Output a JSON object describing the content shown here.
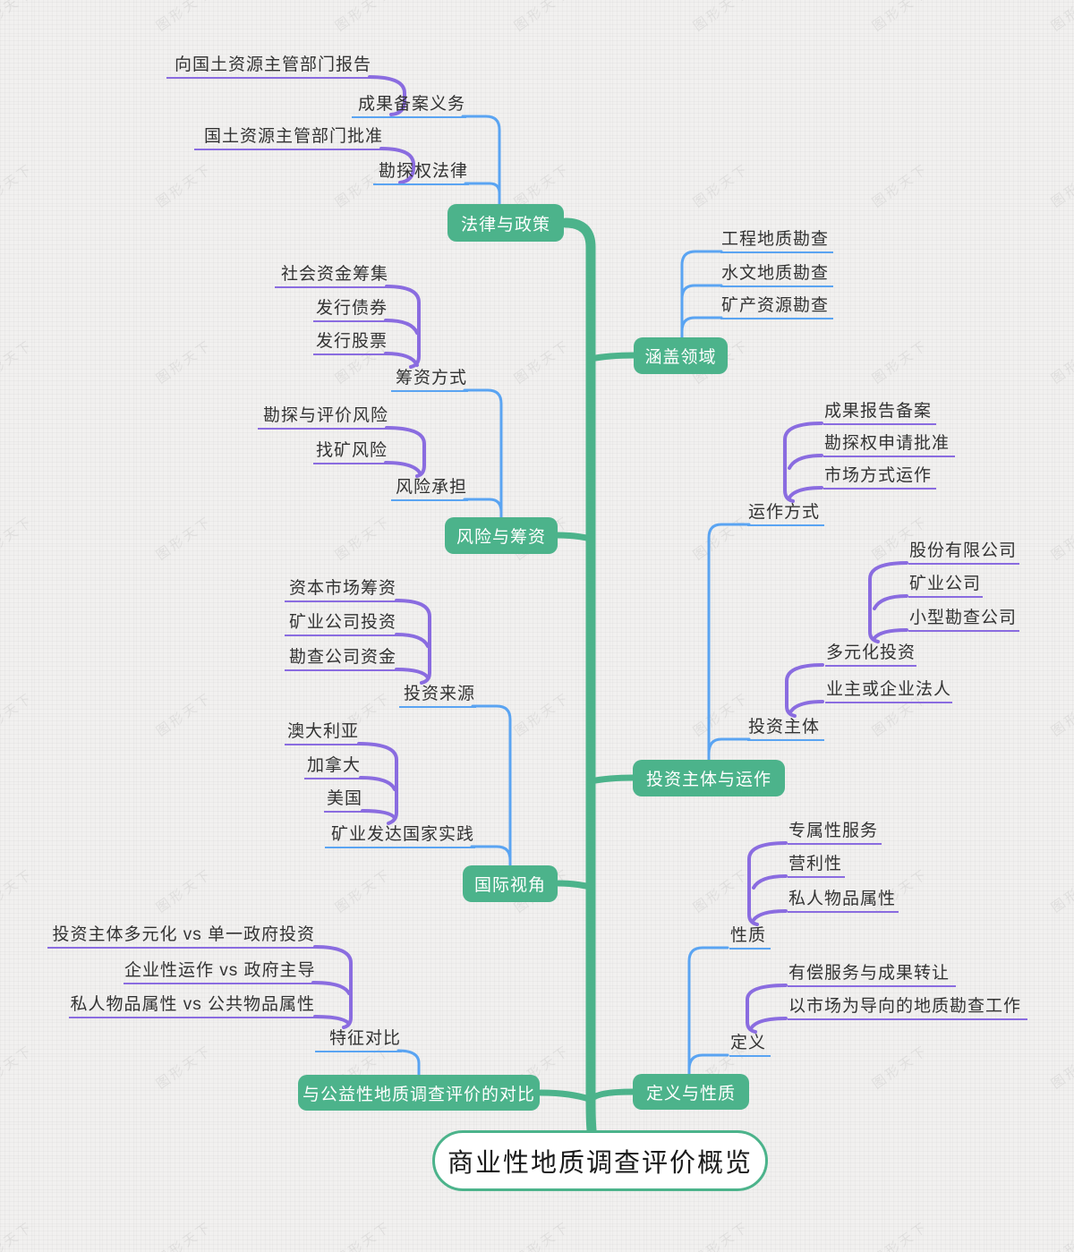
{
  "title": "商业性地质调查评价概览",
  "watermark_text": "图形天下",
  "colors": {
    "green": "#4cb38b",
    "blue": "#5aa4f2",
    "purple": "#8a6ce0",
    "label_text": "#333333",
    "background": "#f1f0ef"
  },
  "root": {
    "label": "商业性地质调查评价概览"
  },
  "branches": [
    {
      "label": "法律与政策",
      "children": [
        {
          "label": "成果备案义务",
          "children": [
            {
              "label": "向国土资源主管部门报告"
            }
          ]
        },
        {
          "label": "勘探权法律",
          "children": [
            {
              "label": "国土资源主管部门批准"
            }
          ]
        }
      ]
    },
    {
      "label": "涵盖领域",
      "children": [
        {
          "label": "工程地质勘查"
        },
        {
          "label": "水文地质勘查"
        },
        {
          "label": "矿产资源勘查"
        }
      ]
    },
    {
      "label": "风险与筹资",
      "children": [
        {
          "label": "筹资方式",
          "children": [
            {
              "label": "社会资金筹集"
            },
            {
              "label": "发行债券"
            },
            {
              "label": "发行股票"
            }
          ]
        },
        {
          "label": "风险承担",
          "children": [
            {
              "label": "勘探与评价风险"
            },
            {
              "label": "找矿风险"
            }
          ]
        }
      ]
    },
    {
      "label": "投资主体与运作",
      "children": [
        {
          "label": "运作方式",
          "children": [
            {
              "label": "成果报告备案"
            },
            {
              "label": "勘探权申请批准"
            },
            {
              "label": "市场方式运作"
            }
          ]
        },
        {
          "label": "投资主体",
          "children": [
            {
              "label": "多元化投资",
              "children": [
                {
                  "label": "股份有限公司"
                },
                {
                  "label": "矿业公司"
                },
                {
                  "label": "小型勘查公司"
                }
              ]
            },
            {
              "label": "业主或企业法人"
            }
          ]
        }
      ]
    },
    {
      "label": "国际视角",
      "children": [
        {
          "label": "投资来源",
          "children": [
            {
              "label": "资本市场筹资"
            },
            {
              "label": "矿业公司投资"
            },
            {
              "label": "勘查公司资金"
            }
          ]
        },
        {
          "label": "矿业发达国家实践",
          "children": [
            {
              "label": "澳大利亚"
            },
            {
              "label": "加拿大"
            },
            {
              "label": "美国"
            }
          ]
        }
      ]
    },
    {
      "label": "定义与性质",
      "children": [
        {
          "label": "性质",
          "children": [
            {
              "label": "专属性服务"
            },
            {
              "label": "营利性"
            },
            {
              "label": "私人物品属性"
            }
          ]
        },
        {
          "label": "定义",
          "children": [
            {
              "label": "有偿服务与成果转让"
            },
            {
              "label": "以市场为导向的地质勘查工作"
            }
          ]
        }
      ]
    },
    {
      "label": "与公益性地质调查评价的对比",
      "children": [
        {
          "label": "特征对比",
          "children": [
            {
              "label": "投资主体多元化 vs 单一政府投资"
            },
            {
              "label": "企业性运作 vs 政府主导"
            },
            {
              "label": "私人物品属性 vs 公共物品属性"
            }
          ]
        }
      ]
    }
  ]
}
